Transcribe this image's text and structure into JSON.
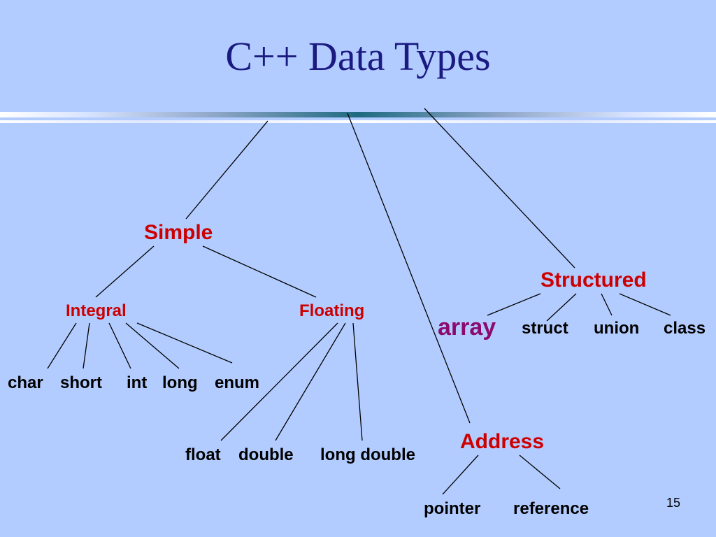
{
  "title": "C++ Data Types",
  "page_number": "15",
  "nodes": {
    "simple": "Simple",
    "structured": "Structured",
    "address": "Address",
    "integral": "Integral",
    "floating": "Floating",
    "array": "array",
    "struct": "struct",
    "union": "union",
    "class": "class",
    "char": "char",
    "short": "short",
    "int": "int",
    "long": "long",
    "enum": "enum",
    "float": "float",
    "double": "double",
    "long_double": "long double",
    "pointer": "pointer",
    "reference": "reference"
  },
  "colors": {
    "background": "#b3ccff",
    "title": "#1a1a80",
    "category": "#cc0000",
    "array": "#8b0a6e",
    "leaf": "#000000"
  }
}
